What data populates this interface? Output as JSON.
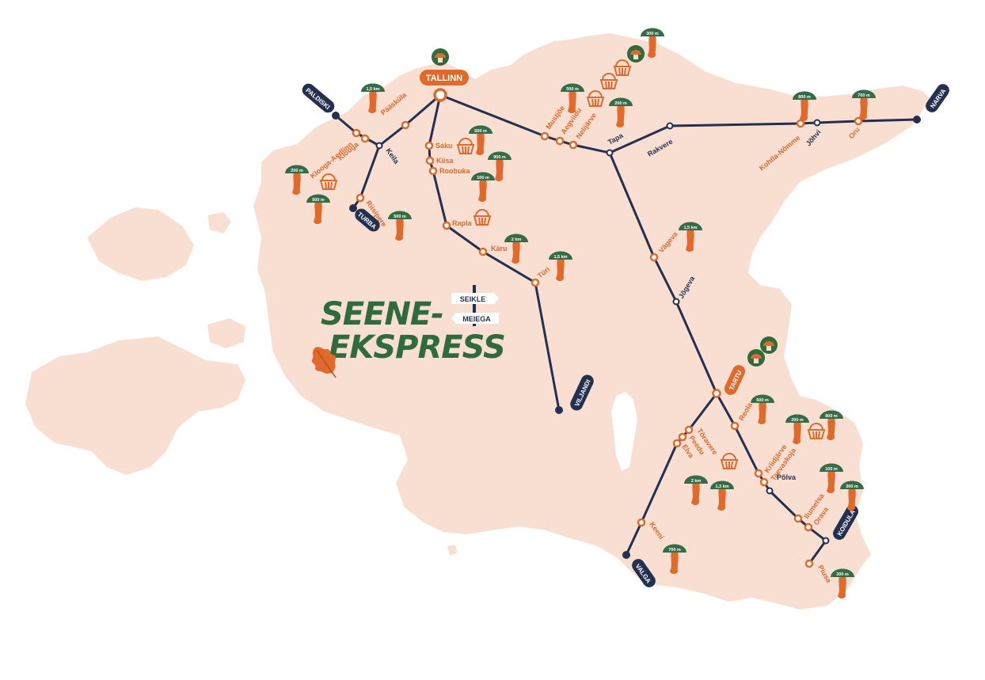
{
  "colors": {
    "land": "#f8dfd2",
    "route": "#23304f",
    "accent": "#e0692c",
    "green": "#2f6b3c",
    "cap": "#356b46",
    "stem": "#e0692c",
    "white": "#ffffff"
  },
  "title": {
    "line1": "SEENE-",
    "line2": "EKSPRESS"
  },
  "signpost": {
    "top": "SEIKLE",
    "bottom": "MEIEGA"
  },
  "leaf_icon": "oak-leaf-icon",
  "hub": {
    "name": "TALLINN",
    "mascot_icon": "mushroom-mascot-icon"
  },
  "terminals": [
    {
      "id": "paldiski",
      "name": "PALDISKI"
    },
    {
      "id": "turba",
      "name": "TURBA"
    },
    {
      "id": "viljandi",
      "name": "VILJANDI"
    },
    {
      "id": "narva",
      "name": "NARVA"
    },
    {
      "id": "tartu",
      "name": "TARTU"
    },
    {
      "id": "valga",
      "name": "VALGA"
    },
    {
      "id": "koidula",
      "name": "KOIDULA"
    }
  ],
  "orange_stations": [
    {
      "id": "paaskula",
      "name": "Pääsküla"
    },
    {
      "id": "klooga-aedlinn",
      "name": "Klooga-Aedlinn"
    },
    {
      "id": "klooga",
      "name": "Klooga"
    },
    {
      "id": "riisipere",
      "name": "Riisipere"
    },
    {
      "id": "saku",
      "name": "Saku"
    },
    {
      "id": "kiisa",
      "name": "Kiisa"
    },
    {
      "id": "roobuka",
      "name": "Roobuka"
    },
    {
      "id": "rapla",
      "name": "Rapla"
    },
    {
      "id": "karu",
      "name": "Käru"
    },
    {
      "id": "turi",
      "name": "Türi"
    },
    {
      "id": "mustjoe",
      "name": "Mustjõe"
    },
    {
      "id": "aegviidu",
      "name": "Aegviidu"
    },
    {
      "id": "nelijarve",
      "name": "Nelijärve"
    },
    {
      "id": "kohtla-nomme",
      "name": "Kohtla-Nõmme"
    },
    {
      "id": "oru",
      "name": "Oru"
    },
    {
      "id": "vageva",
      "name": "Vägeva"
    },
    {
      "id": "reola",
      "name": "Reola"
    },
    {
      "id": "torvandi",
      "name": "Tõravere"
    },
    {
      "id": "peedu",
      "name": "Peedu"
    },
    {
      "id": "elva",
      "name": "Elva"
    },
    {
      "id": "kriidjarve",
      "name": "Kriidjärve"
    },
    {
      "id": "taevaskoja",
      "name": "Taevaskoja"
    },
    {
      "id": "ilumetsa",
      "name": "Ilumetsa"
    },
    {
      "id": "orava",
      "name": "Orava"
    },
    {
      "id": "keeni",
      "name": "Keeni"
    },
    {
      "id": "piusa",
      "name": "Piusa"
    }
  ],
  "dark_stations": [
    {
      "id": "keila",
      "name": "Keila"
    },
    {
      "id": "tapa",
      "name": "Tapa"
    },
    {
      "id": "rakvere",
      "name": "Rakvere"
    },
    {
      "id": "johvi",
      "name": "Jõhvi"
    },
    {
      "id": "jogeva",
      "name": "Jõgeva"
    },
    {
      "id": "polva",
      "name": "Põlva"
    }
  ],
  "mushrooms": [
    {
      "id": "m-paaskula",
      "distance": "1,5 km"
    },
    {
      "id": "m-klooga1",
      "distance": "200 m"
    },
    {
      "id": "m-klooga2",
      "distance": "500 m"
    },
    {
      "id": "m-riisipere",
      "distance": "500 m"
    },
    {
      "id": "m-saku",
      "distance": "500 m"
    },
    {
      "id": "m-kiisa",
      "distance": "900 m"
    },
    {
      "id": "m-roobuka",
      "distance": "100 m"
    },
    {
      "id": "m-karu",
      "distance": "2 km"
    },
    {
      "id": "m-turi",
      "distance": "1,5 km"
    },
    {
      "id": "m-mustjoe",
      "distance": "500 m"
    },
    {
      "id": "m-nelijarve",
      "distance": "200 m"
    },
    {
      "id": "m-north",
      "distance": "300 m"
    },
    {
      "id": "m-kohtla",
      "distance": "800 m"
    },
    {
      "id": "m-oru",
      "distance": "700 m"
    },
    {
      "id": "m-vageva",
      "distance": "1,5 km"
    },
    {
      "id": "m-reola",
      "distance": "500 m"
    },
    {
      "id": "m-kriidjarve",
      "distance": "200 m"
    },
    {
      "id": "m-taevaskoja",
      "distance": "800 m"
    },
    {
      "id": "m-elva1",
      "distance": "2 km"
    },
    {
      "id": "m-elva2",
      "distance": "1,3 km"
    },
    {
      "id": "m-ilumetsa",
      "distance": "100 m"
    },
    {
      "id": "m-orava",
      "distance": "300 m"
    },
    {
      "id": "m-keeni",
      "distance": "700 m"
    },
    {
      "id": "m-piusa",
      "distance": "300 m"
    }
  ]
}
